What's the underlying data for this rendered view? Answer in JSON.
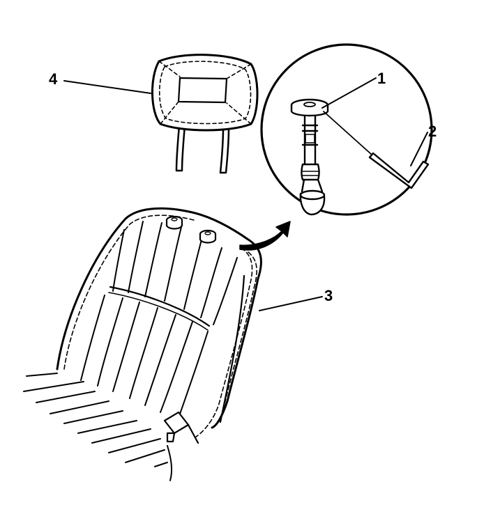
{
  "colors": {
    "stroke": "#000000",
    "fill": "#ffffff"
  },
  "callouts": {
    "c1": "1",
    "c2": "2",
    "c3": "3",
    "c4": "4"
  }
}
